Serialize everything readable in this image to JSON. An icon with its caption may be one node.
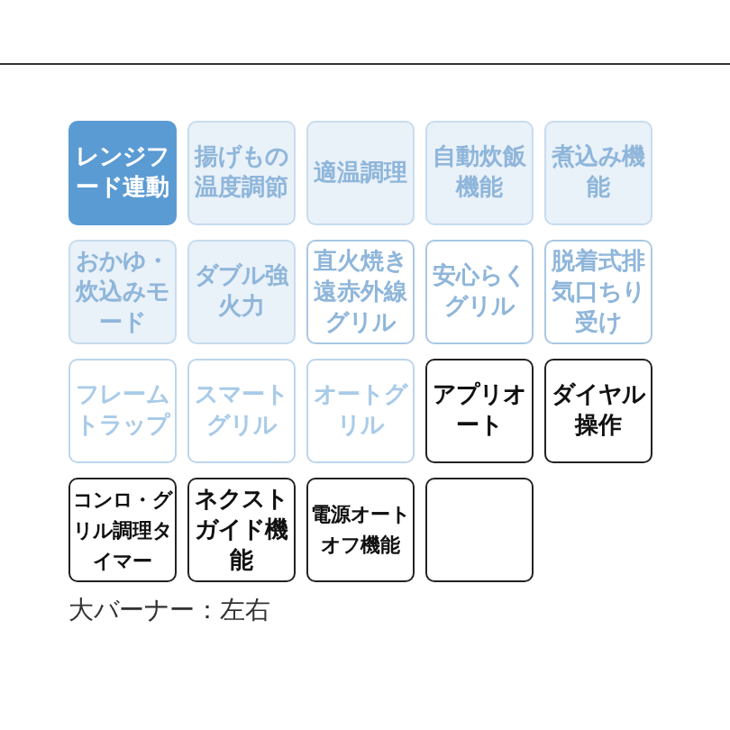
{
  "diagram": {
    "nodes": [
      {
        "text": [
          "レンジフード連動"
        ]
      },
      {
        "text": [
          "揚げもの温度調節"
        ]
      },
      {
        "text": [
          "適温調理"
        ]
      },
      {
        "text": [
          "自動炊飯機能"
        ]
      },
      {
        "text": [
          "煮込み機能"
        ]
      },
      {
        "text": [
          "おかゆ・炊込みモード"
        ]
      },
      {
        "text": [
          "ダブル強火力"
        ]
      },
      {
        "text": [
          "直火焼き遠赤外線グリル"
        ]
      },
      {
        "text": [
          "安心らくグリル"
        ]
      },
      {
        "text": [
          "脱着式排気口ちり受け"
        ]
      },
      {
        "text": [
          "フレームトラップ"
        ]
      },
      {
        "text": [
          "スマートグリル"
        ]
      },
      {
        "text": [
          "オートグリル"
        ]
      },
      {
        "text": [
          "アプリオート"
        ]
      },
      {
        "text": [
          "ダイヤル操作"
        ]
      },
      {
        "text": [
          "コンロ・グリル調理タイマー"
        ]
      },
      {
        "text": [
          "ネクストガイド機能"
        ]
      },
      {
        "text": [
          "電源オートオフ機能"
        ]
      },
      {
        "text": [],
        "shape": "box"
      }
    ],
    "labels": [
      "大バーナー：左右"
    ]
  }
}
